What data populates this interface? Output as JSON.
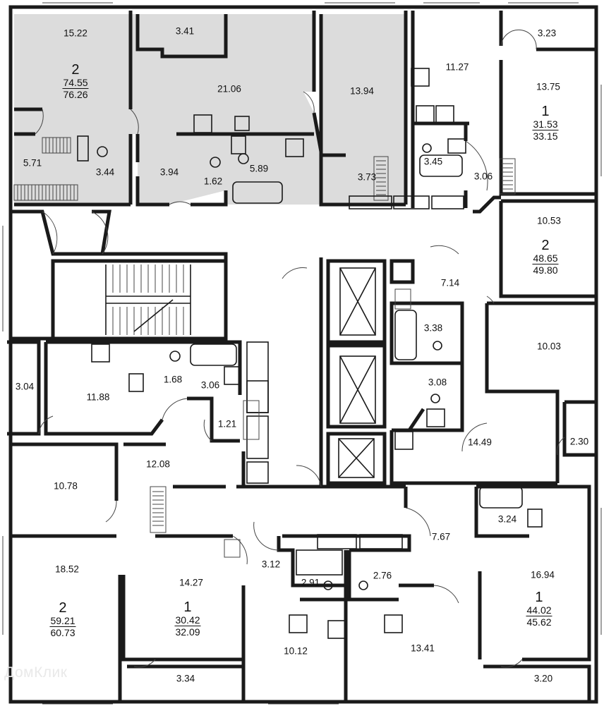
{
  "rooms": {
    "r1522": "15.22",
    "r341": "3.41",
    "r2106": "21.06",
    "r1394": "13.94",
    "r1127": "11.27",
    "r323": "3.23",
    "r1375": "13.75",
    "r571": "5.71",
    "r344": "3.44",
    "r394": "3.94",
    "r162": "1.62",
    "r589": "5.89",
    "r373": "3.73",
    "r345": "3.45",
    "r306a": "3.06",
    "r1053": "10.53",
    "r714": "7.14",
    "r338": "3.38",
    "r1003": "10.03",
    "r308": "3.08",
    "r304": "3.04",
    "r1188": "11.88",
    "r168": "1.68",
    "r306b": "3.06",
    "r121": "1.21",
    "r1449": "14.49",
    "r230": "2.30",
    "r1208": "12.08",
    "r1078": "10.78",
    "r324": "3.24",
    "r767": "7.67",
    "r1852": "18.52",
    "r312": "3.12",
    "r291": "2.91",
    "r276": "2.76",
    "r1427": "14.27",
    "r1694": "16.94",
    "r1012": "10.12",
    "r1341": "13.41",
    "r334": "3.34",
    "r320": "3.20"
  },
  "apartments": [
    {
      "rooms": "2",
      "living": "74.55",
      "total": "76.26"
    },
    {
      "rooms": "1",
      "living": "31.53",
      "total": "33.15"
    },
    {
      "rooms": "2",
      "living": "48.65",
      "total": "49.80"
    },
    {
      "rooms": "2",
      "living": "59.21",
      "total": "60.73"
    },
    {
      "rooms": "1",
      "living": "30.42",
      "total": "32.09"
    },
    {
      "rooms": "1",
      "living": "44.02",
      "total": "45.62"
    }
  ],
  "watermark": "ДомКлик",
  "colors": {
    "highlight": "#dcdcdc",
    "wall": "#1a1a1a"
  }
}
